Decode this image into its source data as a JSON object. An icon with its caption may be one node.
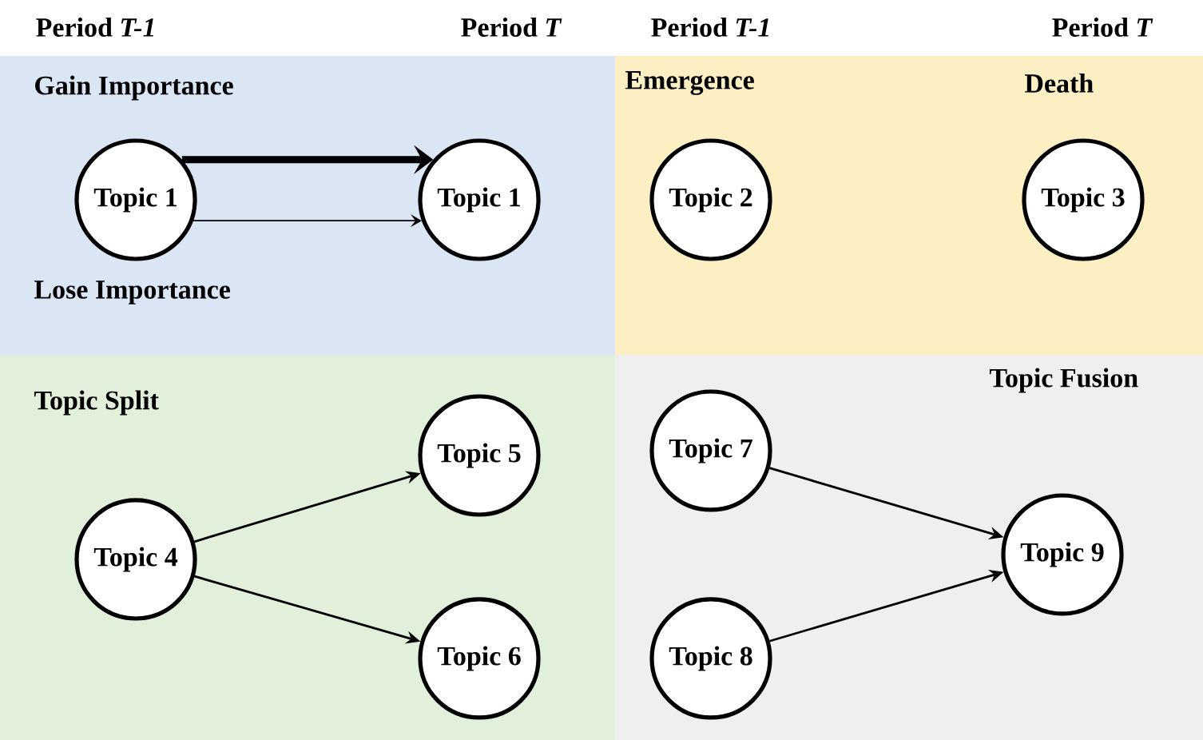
{
  "diagram": {
    "nodes": [
      {
        "text": [
          "Gain Importance",
          "Lose Importance"
        ]
      },
      {
        "text": [
          "Topic 1"
        ],
        "in": 0
      },
      {
        "text": [
          "Topic 1"
        ],
        "in": 0
      },
      {
        "text": [
          "Emergence",
          "Death"
        ]
      },
      {
        "text": [
          "Topic 2"
        ],
        "in": 3
      },
      {
        "text": [
          "Topic 3"
        ],
        "in": 3
      },
      {
        "text": [
          "Topic Split"
        ]
      },
      {
        "text": [
          "Topic 4"
        ],
        "in": 6
      },
      {
        "text": [
          "Topic 5"
        ],
        "in": 6
      },
      {
        "text": [
          "Topic 6"
        ],
        "in": 6
      },
      {
        "text": [
          "Topic Fusion"
        ]
      },
      {
        "text": [
          "Topic 7"
        ],
        "in": 10
      },
      {
        "text": [
          "Topic 8"
        ],
        "in": 10
      },
      {
        "text": [
          "Topic 9"
        ],
        "in": 10
      }
    ],
    "edges": [
      {
        "from": 1,
        "to": 2,
        "arrow": "to",
        "style": "thick"
      },
      {
        "from": 1,
        "to": 2,
        "arrow": "to"
      },
      {
        "from": 7,
        "to": 8,
        "arrow": "to"
      },
      {
        "from": 7,
        "to": 9,
        "arrow": "to"
      },
      {
        "from": 11,
        "to": 13,
        "arrow": "to"
      },
      {
        "from": 12,
        "to": 13,
        "arrow": "to"
      }
    ],
    "labels": [
      "Period *T-1*",
      "Period *T*",
      "Period *T-1*",
      "Period *T*"
    ]
  }
}
